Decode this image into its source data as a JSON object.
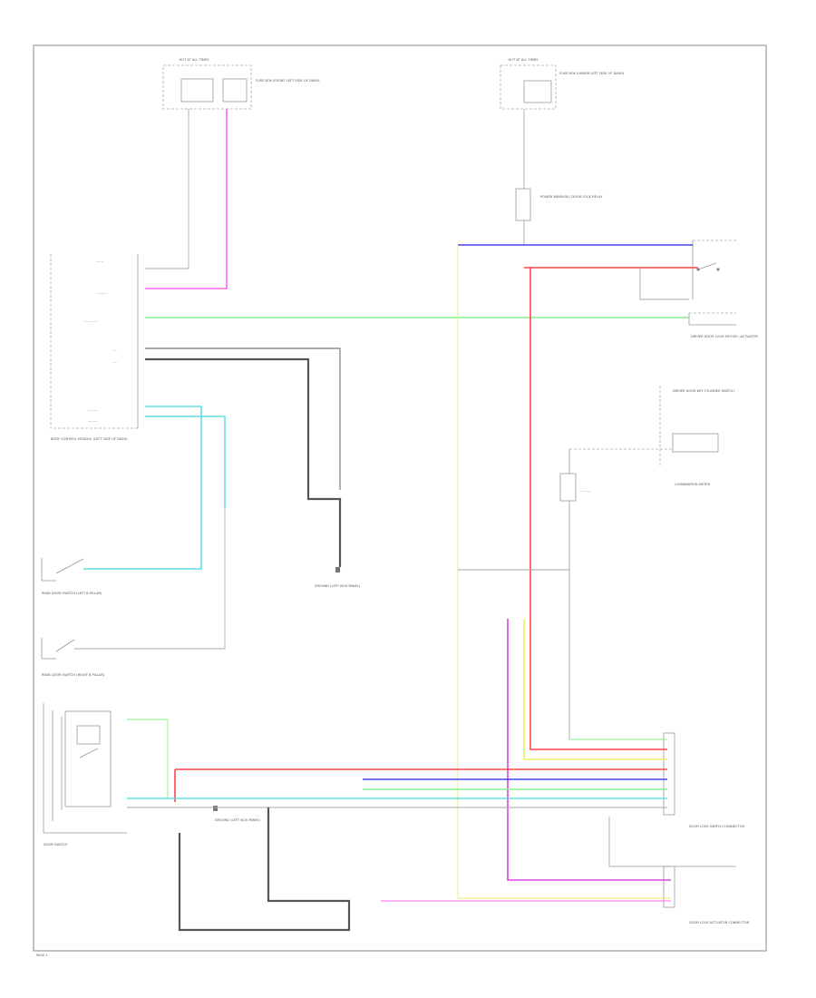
{
  "colors": {
    "pink": "#ff66ee",
    "blue": "#4444ee",
    "red": "#ff4444",
    "green": "#88ee88",
    "cyan": "#66dddd",
    "yellow": "#eeee66",
    "magenta": "#dd44dd",
    "gray": "#aaaaaa",
    "dark": "#555555"
  },
  "components": {
    "fuse_left_title": "HOT AT ALL TIMES",
    "fuse_left_label": "FUSE BOX (FRONT LEFT SIDE OF DASH)",
    "fuse_right_title": "HOT AT ALL TIMES",
    "fuse_right_label": "FUSE BOX (UNDER LEFT SIDE OF DASH)",
    "relay_label": "POWER WINDOW / DOOR LOCK RELAY",
    "door_lock_motor": "DRIVER DOOR LOCK MOTOR / ACTUATOR",
    "door_key_switch": "DRIVER DOOR KEY CYLINDER SWITCH",
    "combination_meter": "COMBINATION METER",
    "bcm_label": "BODY CONTROL MODULE (LEFT SIDE OF DASH)",
    "rear_door_switch_left": "REAR DOOR SWITCH (LEFT B PILLAR)",
    "rear_door_switch_right": "REAR DOOR SWITCH (RIGHT B PILLAR)",
    "door_switch": "DOOR SWITCH",
    "ground_center": "GROUND (LEFT KICK PANEL)",
    "ground_bottom": "GROUND (LEFT KICK PANEL)",
    "door_lock_connector": "DOOR LOCK SWITCH CONNECTOR",
    "actuator_connector": "DOOR LOCK ACTUATOR CONNECTOR",
    "page_ref": "PAGE 1"
  }
}
